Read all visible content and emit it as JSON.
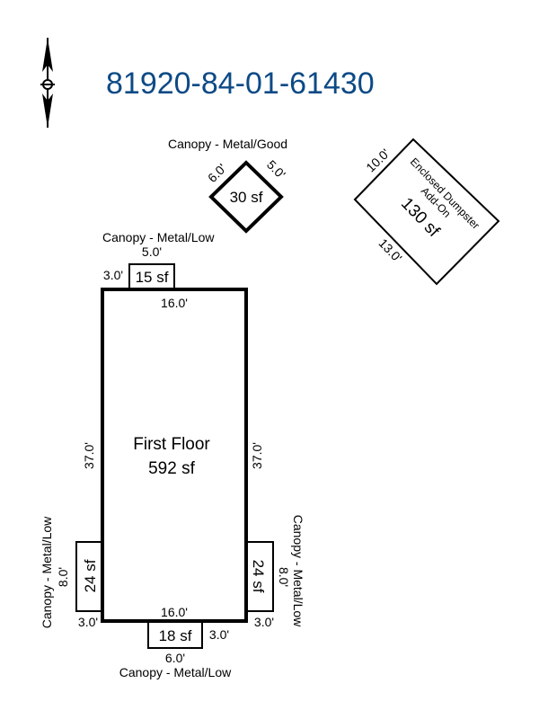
{
  "parcel_id": "81920-84-01-61430",
  "icons": {
    "north_arrow": "north-arrow-icon"
  },
  "canopy_good": {
    "label": "Canopy - Metal/Good",
    "area": "30 sf",
    "dim_a": "6.0'",
    "dim_b": "5.0'"
  },
  "dumpster": {
    "label_line1": "Enclosed Dumpster",
    "label_line2": "Add-On",
    "area": "130 sf",
    "dim_top": "10.0'",
    "dim_bottom": "13.0'"
  },
  "canopy_top": {
    "label": "Canopy - Metal/Low",
    "area": "15 sf",
    "dim_width": "5.0'",
    "dim_height": "3.0'"
  },
  "first_floor": {
    "label": "First Floor",
    "area": "592 sf",
    "dim_top": "16.0'",
    "dim_bottom": "16.0'",
    "dim_left": "37.0'",
    "dim_right": "37.0'"
  },
  "canopy_left": {
    "label": "Canopy - Metal/Low",
    "area": "24 sf",
    "dim_height": "8.0'",
    "dim_width": "3.0'"
  },
  "canopy_right": {
    "label": "Canopy - Metal/Low",
    "area": "24 sf",
    "dim_height": "8.0'",
    "dim_width": "3.0'"
  },
  "canopy_bottom": {
    "label": "Canopy - Metal/Low",
    "area": "18 sf",
    "dim_width": "6.0'",
    "dim_height": "3.0'"
  }
}
